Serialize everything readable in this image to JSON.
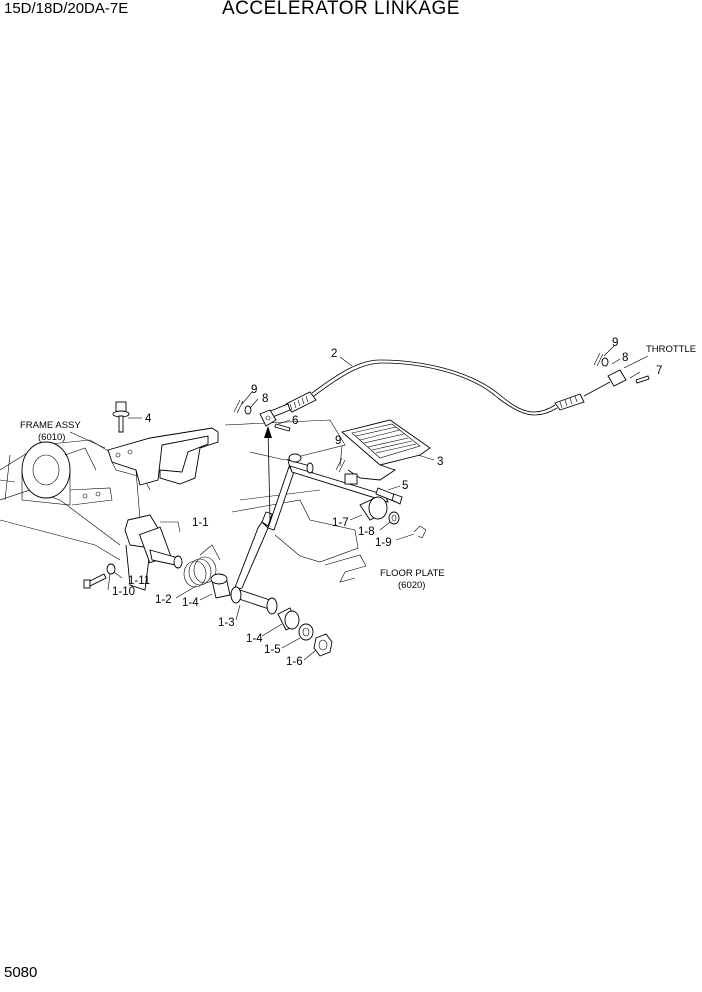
{
  "header": {
    "model": "15D/18D/20DA-7E",
    "title": "ACCELERATOR LINKAGE"
  },
  "footer": {
    "page_number": "5080"
  },
  "references": {
    "frame_assy": {
      "name": "FRAME ASSY",
      "code": "(6010)"
    },
    "floor_plate": {
      "name": "FLOOR PLATE",
      "code": "(6020)"
    },
    "throttle": {
      "name": "THROTTLE"
    }
  },
  "callouts": {
    "c2": "2",
    "c3": "3",
    "c4": "4",
    "c5": "5",
    "c6": "6",
    "c7": "7",
    "c8a": "8",
    "c8b": "8",
    "c9a": "9",
    "c9b": "9",
    "c9c": "9",
    "c1_1": "1-1",
    "c1_2": "1-2",
    "c1_3": "1-3",
    "c1_4a": "1-4",
    "c1_4b": "1-4",
    "c1_5": "1-5",
    "c1_6": "1-6",
    "c1_7": "1-7",
    "c1_8": "1-8",
    "c1_9": "1-9",
    "c1_10": "1-10",
    "c1_11": "1-11"
  }
}
